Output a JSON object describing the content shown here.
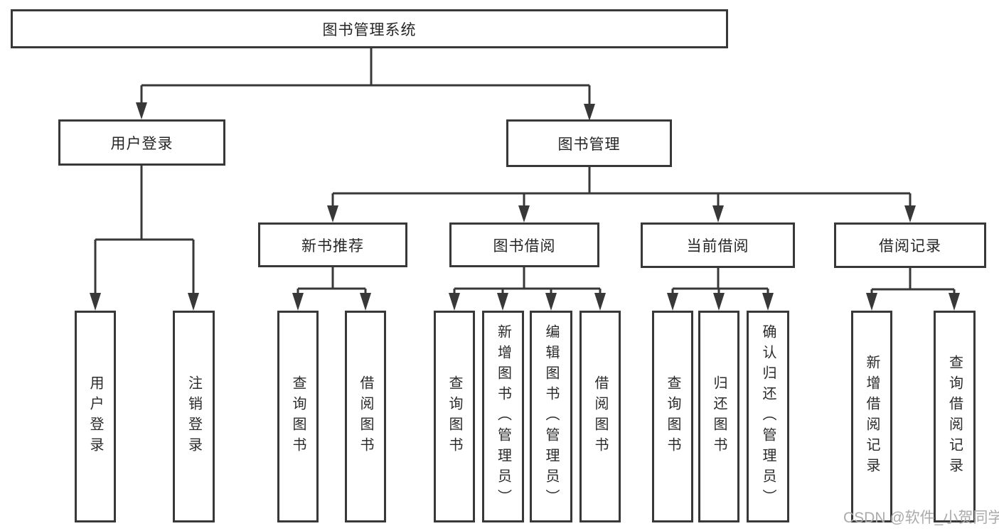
{
  "colors": {
    "line": "#383838",
    "box_border": "#383838",
    "box_background": "#ffffff",
    "text": "#262626",
    "watermark": "#ababab",
    "background": "#ffffff"
  },
  "watermark": "CSDN @软件_小贺同学",
  "tree": {
    "label": "图书管理系统",
    "children": [
      {
        "label": "用户登录",
        "children": [
          {
            "label": "用户登录"
          },
          {
            "label": "注销登录"
          }
        ]
      },
      {
        "label": "图书管理",
        "children": [
          {
            "label": "新书推荐",
            "children": [
              {
                "label": "查询图书"
              },
              {
                "label": "借阅图书"
              }
            ]
          },
          {
            "label": "图书借阅",
            "children": [
              {
                "label": "查询图书"
              },
              {
                "label": "新增图书（管理员）"
              },
              {
                "label": "编辑图书（管理员）"
              },
              {
                "label": "借阅图书"
              }
            ]
          },
          {
            "label": "当前借阅",
            "children": [
              {
                "label": "查询图书"
              },
              {
                "label": "归还图书"
              },
              {
                "label": "确认归还（管理员）"
              }
            ]
          },
          {
            "label": "借阅记录",
            "children": [
              {
                "label": "新增借阅记录"
              },
              {
                "label": "查询借阅记录"
              }
            ]
          }
        ]
      }
    ]
  }
}
